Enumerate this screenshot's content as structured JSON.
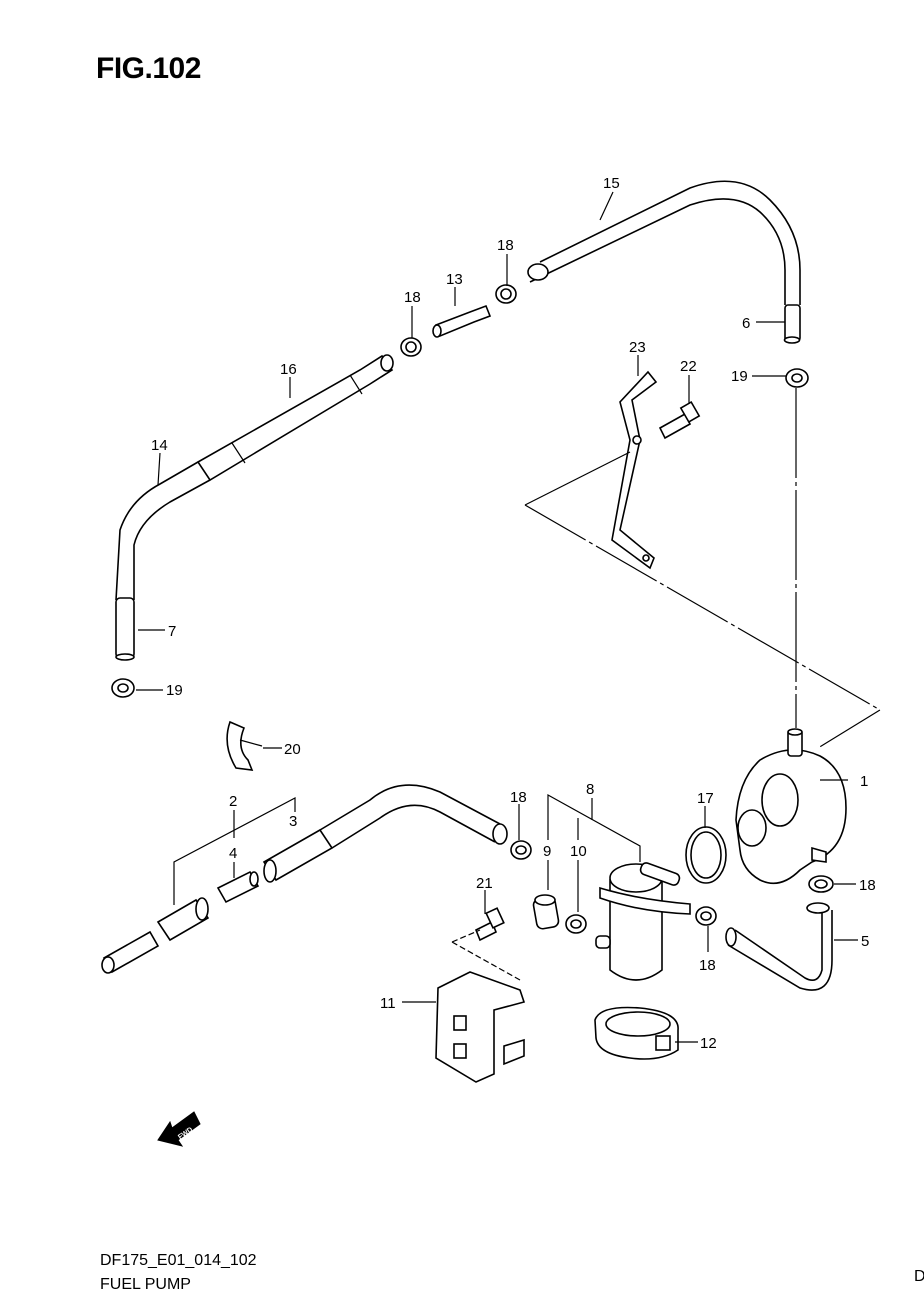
{
  "header": {
    "figure_title": "FIG.102"
  },
  "footer": {
    "diagram_code": "DF175_E01_014_102",
    "diagram_name": "FUEL PUMP",
    "edge_char": "D"
  },
  "fwd_arrow": {
    "text": "FWD"
  },
  "callouts": [
    {
      "id": "c1",
      "text": "1"
    },
    {
      "id": "c2",
      "text": "2"
    },
    {
      "id": "c3",
      "text": "3"
    },
    {
      "id": "c4",
      "text": "4"
    },
    {
      "id": "c5",
      "text": "5"
    },
    {
      "id": "c6",
      "text": "6"
    },
    {
      "id": "c7",
      "text": "7"
    },
    {
      "id": "c8",
      "text": "8"
    },
    {
      "id": "c9",
      "text": "9"
    },
    {
      "id": "c10",
      "text": "10"
    },
    {
      "id": "c11",
      "text": "11"
    },
    {
      "id": "c12",
      "text": "12"
    },
    {
      "id": "c13",
      "text": "13"
    },
    {
      "id": "c14",
      "text": "14"
    },
    {
      "id": "c15",
      "text": "15"
    },
    {
      "id": "c16",
      "text": "16"
    },
    {
      "id": "c17",
      "text": "17"
    },
    {
      "id": "c18a",
      "text": "18"
    },
    {
      "id": "c18b",
      "text": "18"
    },
    {
      "id": "c18c",
      "text": "18"
    },
    {
      "id": "c18d",
      "text": "18"
    },
    {
      "id": "c18e",
      "text": "18"
    },
    {
      "id": "c19a",
      "text": "19"
    },
    {
      "id": "c19b",
      "text": "19"
    },
    {
      "id": "c20",
      "text": "20"
    },
    {
      "id": "c21",
      "text": "21"
    },
    {
      "id": "c22",
      "text": "22"
    },
    {
      "id": "c23",
      "text": "23"
    }
  ]
}
